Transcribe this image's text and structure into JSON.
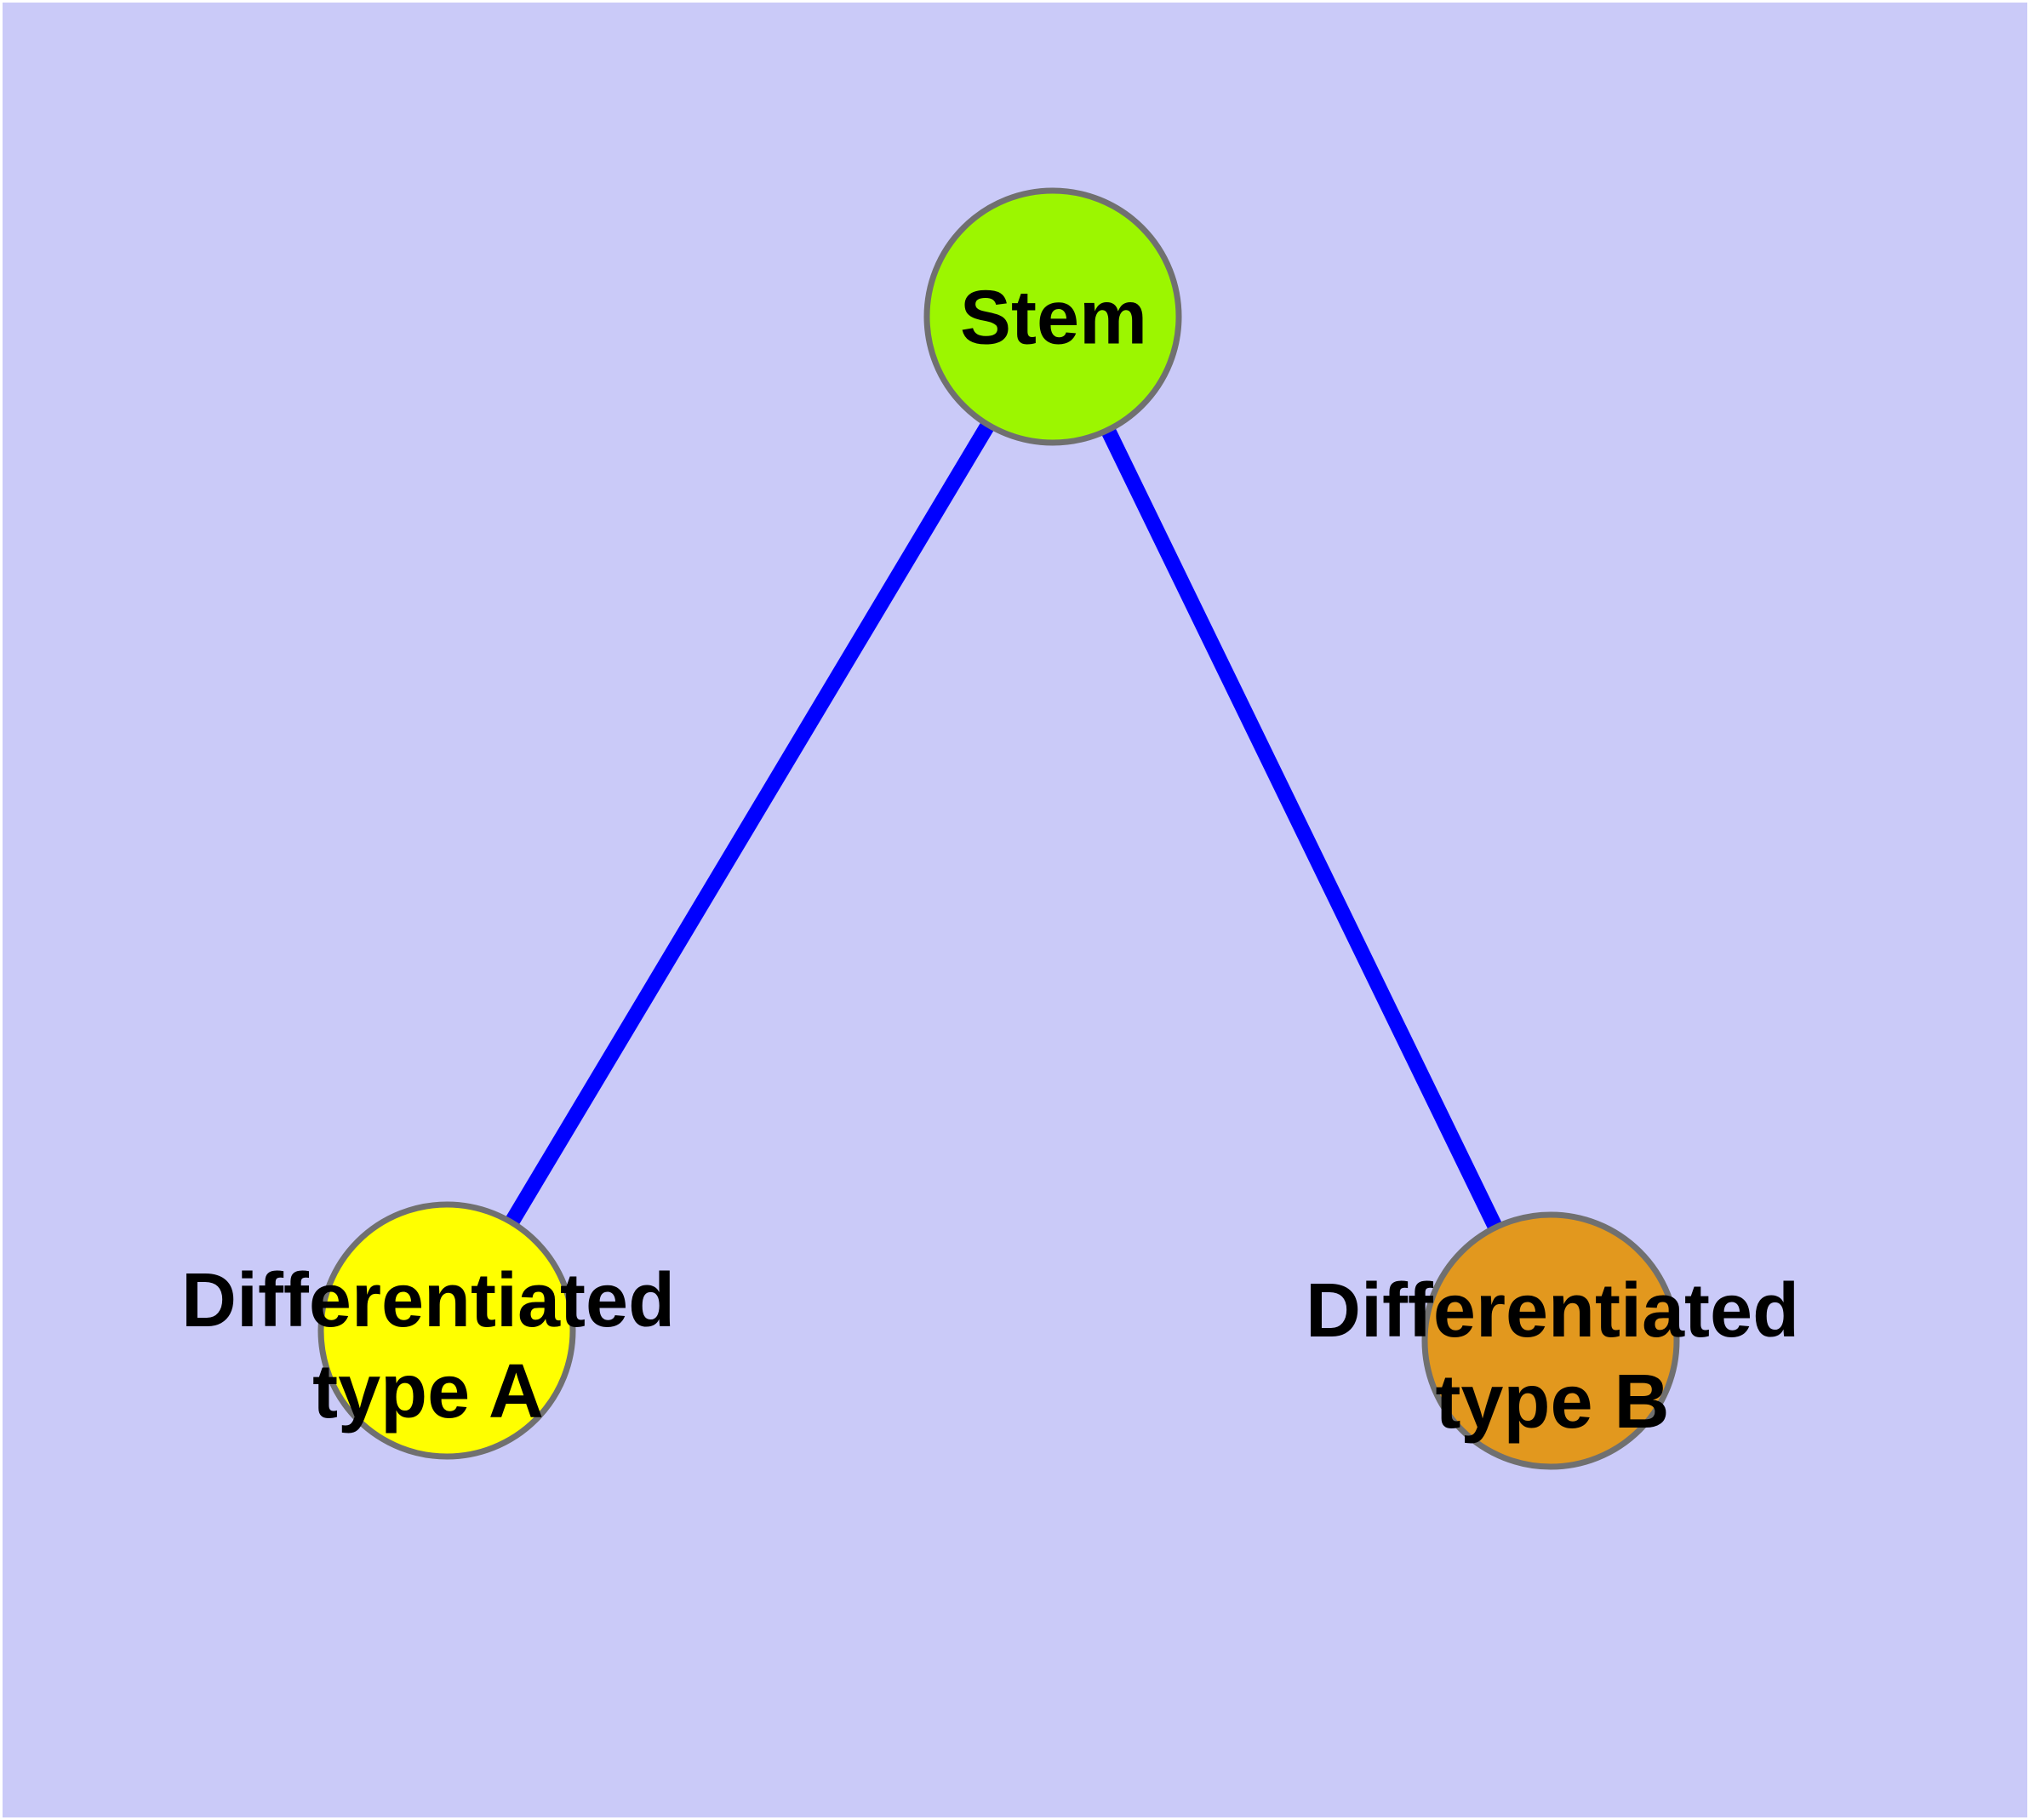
{
  "diagram": {
    "type": "node-link-tree",
    "colors": {
      "page_margin": "#ffffff",
      "panel_background": "#cacaf8",
      "edge": "#0000ff",
      "node_border": "#707070",
      "label_text": "#000000",
      "stem_fill": "#9cf600",
      "type_a_fill": "#ffff00",
      "type_b_fill": "#e2981e"
    },
    "nodes": {
      "stem": {
        "label": "Stem",
        "color": "#9cf600"
      },
      "diff_a": {
        "label_line1": "Differentiated",
        "label_line2": "type A",
        "color": "#ffff00"
      },
      "diff_b": {
        "label_line1": "Differentiated",
        "label_line2": "type B",
        "color": "#e2981e"
      }
    },
    "edges": [
      {
        "from": "Stem",
        "to": "Differentiated type A"
      },
      {
        "from": "Stem",
        "to": "Differentiated type B"
      }
    ]
  }
}
